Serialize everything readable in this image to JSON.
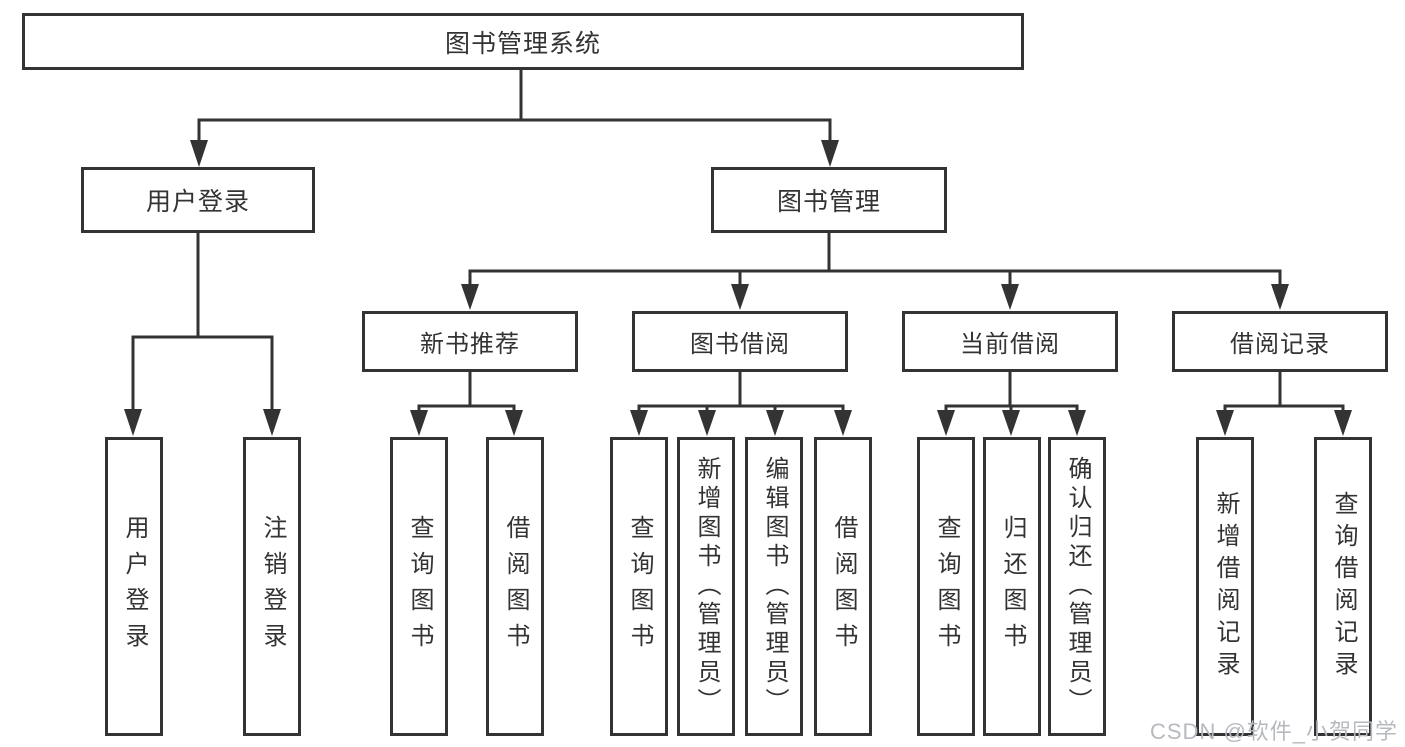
{
  "tree": {
    "label": "图书管理系统",
    "children": [
      {
        "label": "用户登录",
        "children": [
          {
            "label": "用户登录"
          },
          {
            "label": "注销登录"
          }
        ]
      },
      {
        "label": "图书管理",
        "children": [
          {
            "label": "新书推荐",
            "children": [
              {
                "label": "查询图书"
              },
              {
                "label": "借阅图书"
              }
            ]
          },
          {
            "label": "图书借阅",
            "children": [
              {
                "label": "查询图书"
              },
              {
                "label": "新增图书（管理员）"
              },
              {
                "label": "编辑图书（管理员）"
              },
              {
                "label": "借阅图书"
              }
            ]
          },
          {
            "label": "当前借阅",
            "children": [
              {
                "label": "查询图书"
              },
              {
                "label": "归还图书"
              },
              {
                "label": "确认归还（管理员）"
              }
            ]
          },
          {
            "label": "借阅记录",
            "children": [
              {
                "label": "新增借阅记录"
              },
              {
                "label": "查询借阅记录"
              }
            ]
          }
        ]
      }
    ]
  },
  "watermark": "CSDN @软件_小贺同学",
  "colors": {
    "line": "#333333",
    "box_border": "#333333",
    "box_fill": "#ffffff",
    "text": "#333333",
    "watermark": "#b6babf",
    "background": "#ffffff"
  }
}
